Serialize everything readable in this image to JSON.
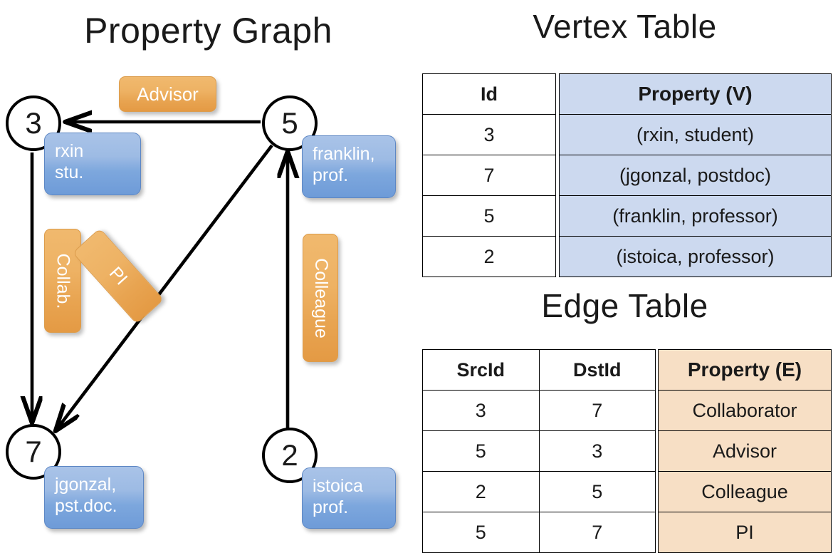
{
  "titles": {
    "property_graph": "Property Graph",
    "vertex_table": "Vertex Table",
    "edge_table": "Edge Table"
  },
  "graph": {
    "nodes": [
      {
        "id": "3",
        "property_line1": "rxin",
        "property_line2": "stu."
      },
      {
        "id": "5",
        "property_line1": "franklin,",
        "property_line2": "prof."
      },
      {
        "id": "7",
        "property_line1": "jgonzal,",
        "property_line2": "pst.doc."
      },
      {
        "id": "2",
        "property_line1": "istoica",
        "property_line2": "prof."
      }
    ],
    "edge_labels": {
      "advisor": "Advisor",
      "collab": "Collab.",
      "pi": "PI",
      "colleague": "Colleague"
    },
    "edges": [
      {
        "from": "5",
        "to": "3",
        "label": "Advisor"
      },
      {
        "from": "3",
        "to": "7",
        "label": "Collab."
      },
      {
        "from": "5",
        "to": "7",
        "label": "PI"
      },
      {
        "from": "2",
        "to": "5",
        "label": "Colleague"
      }
    ]
  },
  "vertex_table": {
    "headers": {
      "id": "Id",
      "property": "Property (V)"
    },
    "rows": [
      {
        "id": "3",
        "property": "(rxin, student)"
      },
      {
        "id": "7",
        "property": "(jgonzal, postdoc)"
      },
      {
        "id": "5",
        "property": "(franklin, professor)"
      },
      {
        "id": "2",
        "property": "(istoica, professor)"
      }
    ]
  },
  "edge_table": {
    "headers": {
      "src": "SrcId",
      "dst": "DstId",
      "property": "Property (E)"
    },
    "rows": [
      {
        "src": "3",
        "dst": "7",
        "property": "Collaborator"
      },
      {
        "src": "5",
        "dst": "3",
        "property": "Advisor"
      },
      {
        "src": "2",
        "dst": "5",
        "property": "Colleague"
      },
      {
        "src": "5",
        "dst": "7",
        "property": "PI"
      }
    ]
  },
  "colors": {
    "vertex_property_fill": "#ccd9ef",
    "edge_property_fill": "#f7dfc5",
    "node_box_blue": "#7da7dd",
    "edge_label_orange": "#e8a451",
    "stroke": "#000000"
  }
}
